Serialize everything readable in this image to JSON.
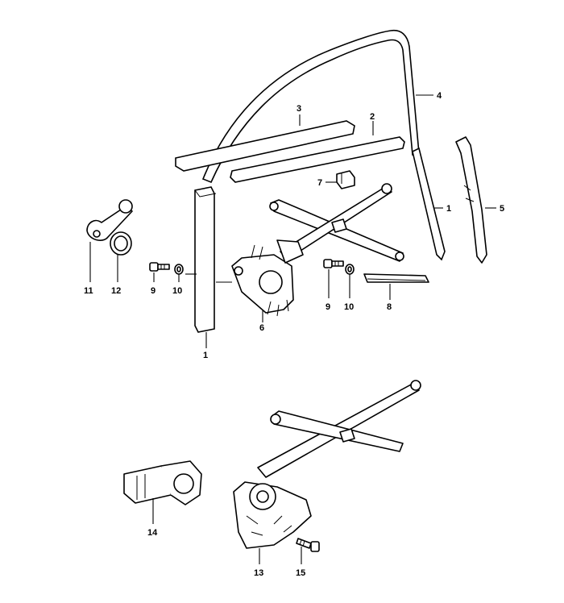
{
  "labels": {
    "p1_upper": "1",
    "p1_lower": "1",
    "p2": "2",
    "p3": "3",
    "p4": "4",
    "p5": "5",
    "p6": "6",
    "p7": "7",
    "p8": "8",
    "p9_left": "9",
    "p9_right": "9",
    "p10_left": "10",
    "p10_right": "10",
    "p11": "11",
    "p12": "12",
    "p13": "13",
    "p14": "14",
    "p15": "15"
  }
}
